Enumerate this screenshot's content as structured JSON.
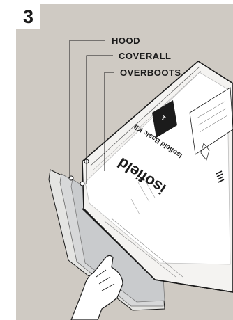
{
  "step_number": "3",
  "callouts": {
    "hood": "HOOD",
    "coverall": "COVERALL",
    "overboots": "OVERBOOTS"
  },
  "bag": {
    "brand": "isofield",
    "product_name": "Isofield Basic Kit",
    "size_code": "1"
  },
  "colors": {
    "background": "#cfcac3",
    "bag": "#f4f3f1",
    "outline": "#1b1b1b"
  }
}
